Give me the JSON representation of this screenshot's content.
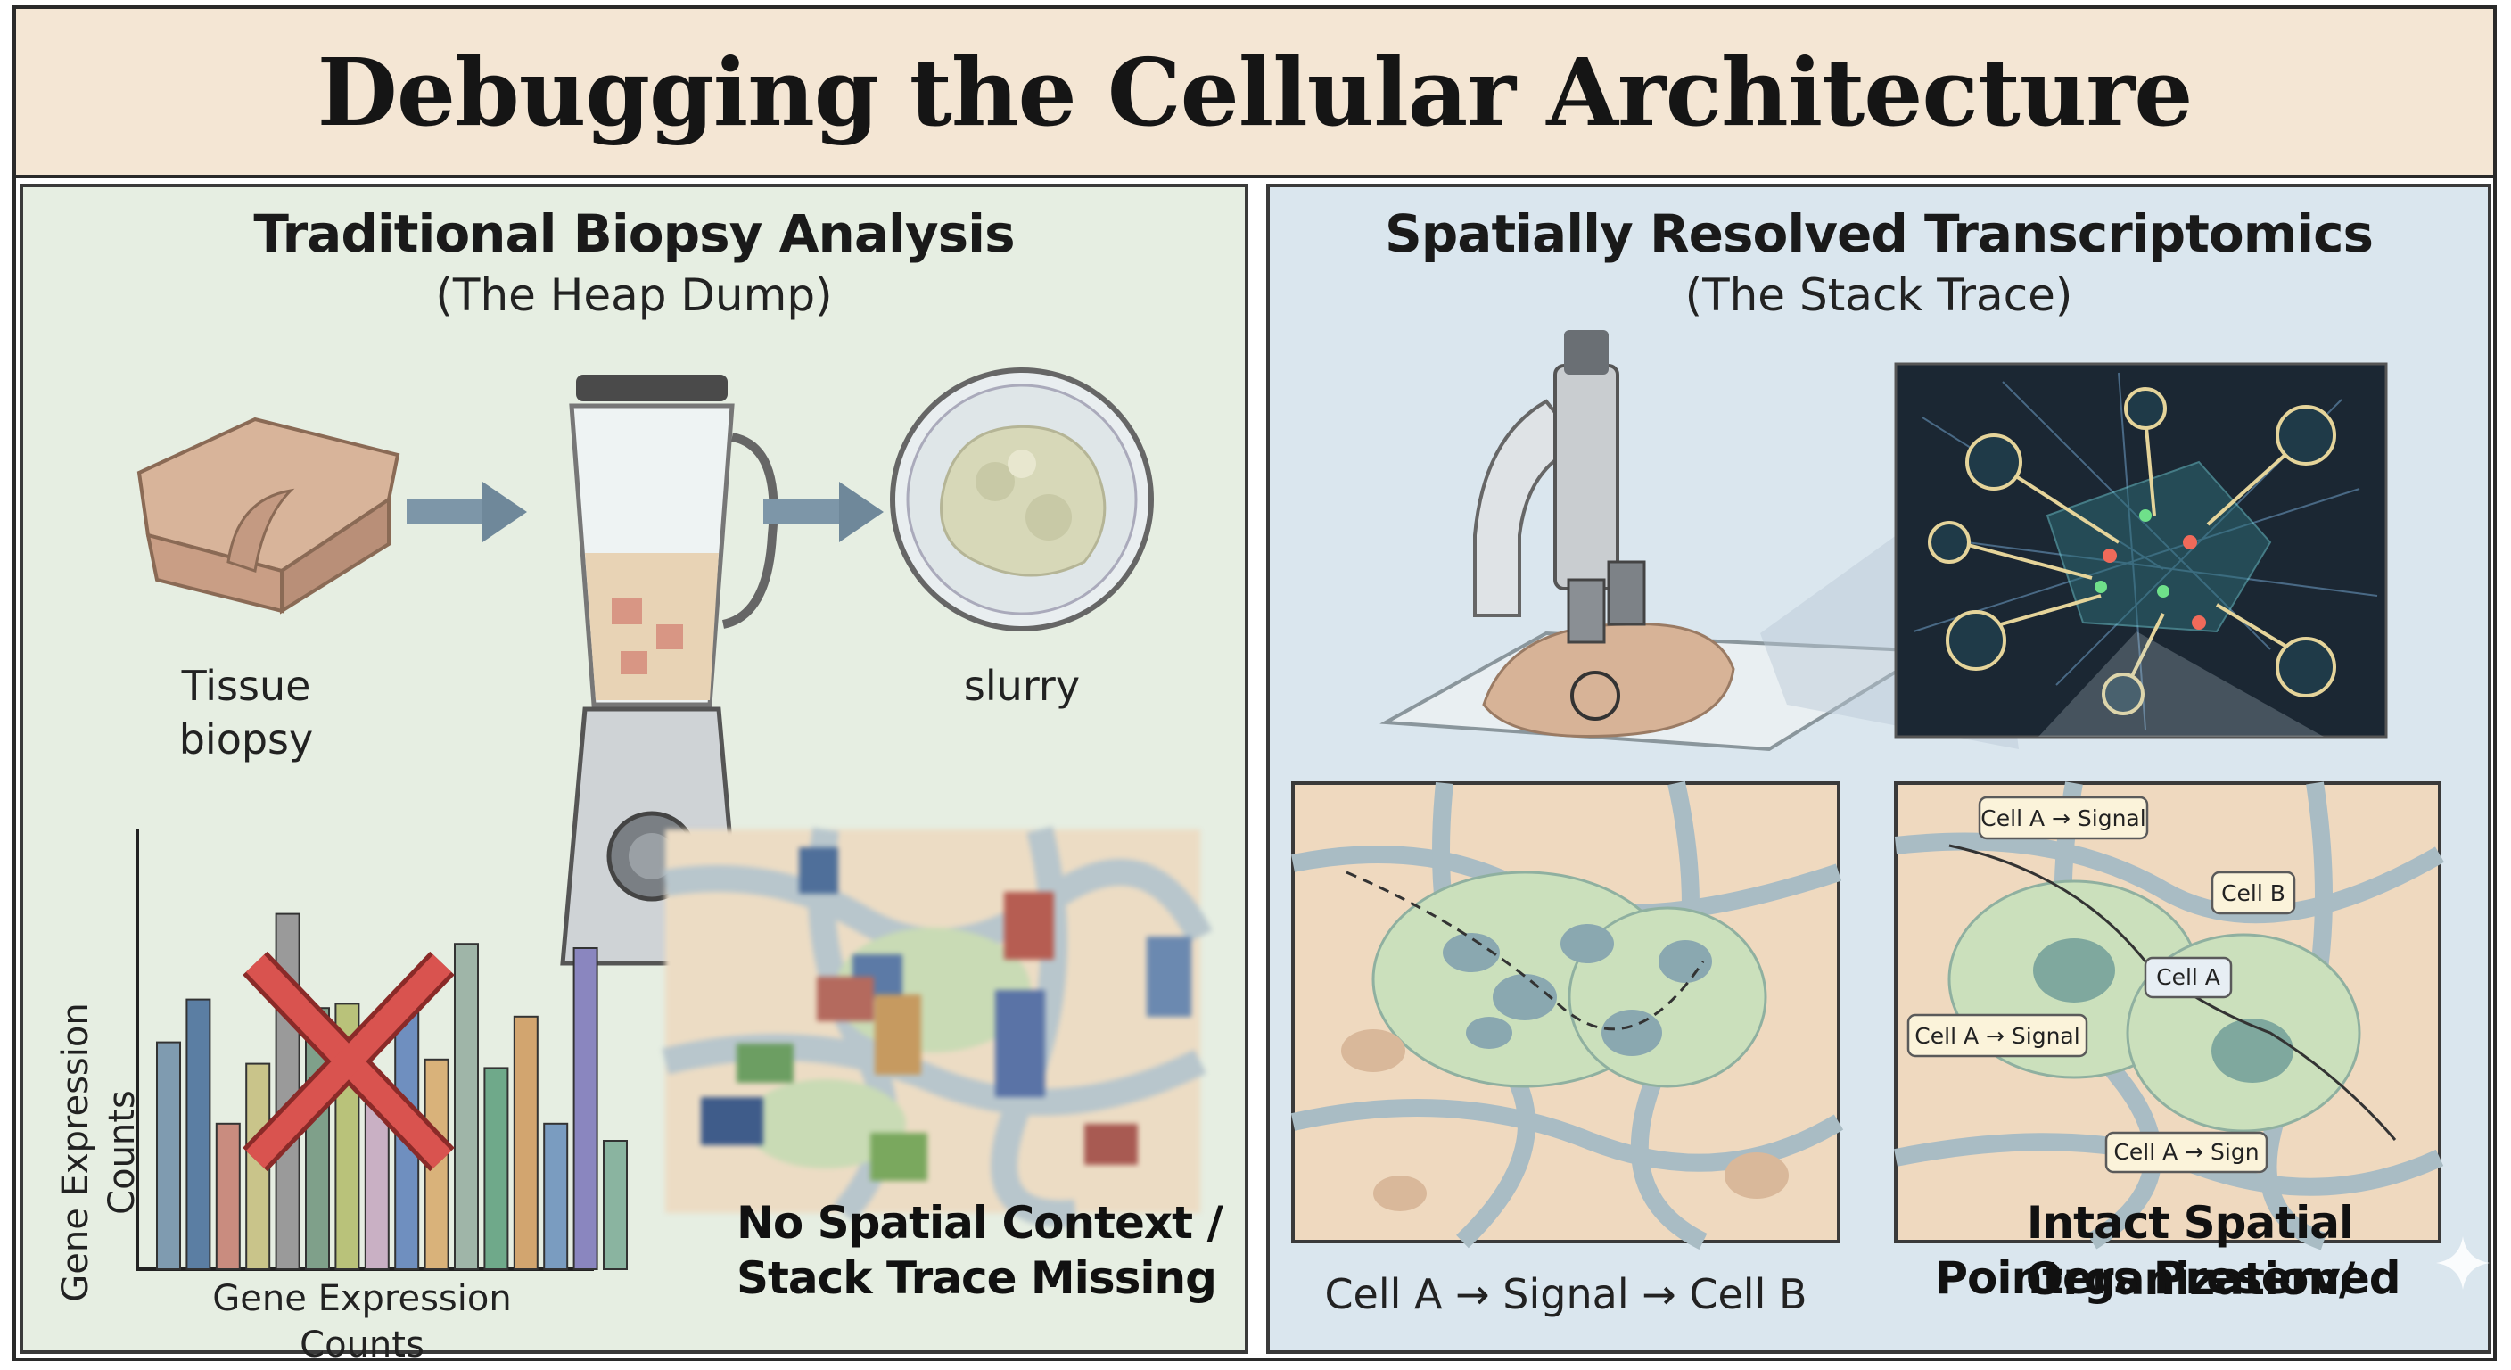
{
  "title": "Debugging the Cellular Architecture",
  "left": {
    "title": "Traditional Biopsy Analysis",
    "subtitle": "(The Heap Dump)",
    "tissue_label_line1": "Tissue",
    "tissue_label_line2": "biopsy",
    "slurry_label": "slurry",
    "chart_ylabel": "Gene Expression Counts",
    "chart_xlabel": "Gene Expression Counts",
    "caption_line1": "No Spatial Context /",
    "caption_line2": "Stack Trace Missing"
  },
  "right": {
    "title": "Spatially Resolved Transcriptomics",
    "subtitle": "(The Stack Trace)",
    "pathway_label": "Cell A → Signal → Cell B",
    "callouts": {
      "a_signal_top": "Cell A → Signal",
      "cell_b": "Cell B",
      "cell_a": "Cell A",
      "a_signal_left": "Cell A → Signal",
      "a_sign": "Cell A → Sign"
    },
    "caption_line1": "Intact Spatial Organization/",
    "caption_line2": "Pointers Preserved"
  },
  "chart_data": {
    "type": "bar",
    "xlabel": "Gene Expression Counts",
    "ylabel": "Gene Expression Counts",
    "ylim": [
      0,
      10
    ],
    "values": [
      5.3,
      6.3,
      3.4,
      4.8,
      8.3,
      6.1,
      6.2,
      4.0,
      6.2,
      4.9,
      7.6,
      4.7,
      5.9,
      3.4,
      7.5,
      3.0
    ],
    "colors": [
      "#7f9bb0",
      "#5b7ea3",
      "#c98c7f",
      "#c9c48a",
      "#9a9a9a",
      "#7fa08a",
      "#b9c27a",
      "#c9b0c4",
      "#6f8fbf",
      "#d9b27a",
      "#9fb5a8",
      "#6fa98a",
      "#d2a56f",
      "#7a9cc0",
      "#8a86bf",
      "#8ab4a0"
    ],
    "marked_invalid": true
  }
}
